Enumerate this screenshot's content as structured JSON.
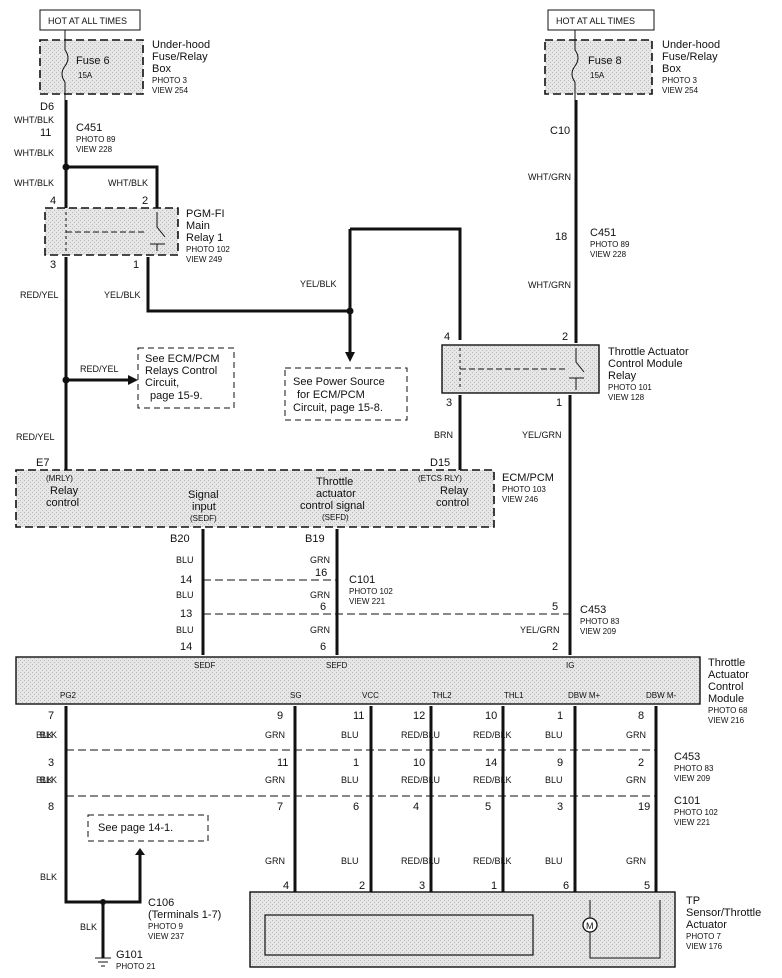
{
  "hot_left": "HOT AT ALL TIMES",
  "hot_right": "HOT AT ALL TIMES",
  "fuse6": {
    "name": "Fuse 6",
    "rating": "15A"
  },
  "fuse8": {
    "name": "Fuse 8",
    "rating": "15A"
  },
  "fusebox_left": {
    "l1": "Under-hood",
    "l2": "Fuse/Relay",
    "l3": "Box",
    "photo": "PHOTO 3",
    "view": "VIEW 254"
  },
  "fusebox_right": {
    "l1": "Under-hood",
    "l2": "Fuse/Relay",
    "l3": "Box",
    "photo": "PHOTO 3",
    "view": "VIEW 254"
  },
  "d6": "D6",
  "c10": "C10",
  "c451_left": {
    "name": "C451",
    "pin": "11",
    "photo": "PHOTO 89",
    "view": "VIEW 228"
  },
  "c451_right": {
    "name": "C451",
    "pin": "18",
    "photo": "PHOTO 89",
    "view": "VIEW 228"
  },
  "wires": {
    "wht_blk_1": "WHT/BLK",
    "wht_blk_2": "WHT/BLK",
    "wht_blk_3": "WHT/BLK",
    "wht_blk_4": "WHT/BLK",
    "wht_grn_1": "WHT/GRN",
    "wht_grn_2": "WHT/GRN",
    "red_yel_1": "RED/YEL",
    "red_yel_2": "RED/YEL",
    "red_yel_3": "RED/YEL",
    "yel_blk_1": "YEL/BLK",
    "yel_blk_2": "YEL/BLK",
    "brn": "BRN",
    "yel_grn_1": "YEL/GRN",
    "yel_grn_2": "YEL/GRN",
    "blu_a": "BLU",
    "blu_b": "BLU",
    "blu_c": "BLU",
    "grn_a": "GRN",
    "grn_b": "GRN",
    "grn_c": "GRN",
    "blk_1": "BLK",
    "blk_2": "BLK",
    "blk_3": "BLK",
    "blk_4": "BLK"
  },
  "pgm_relay": {
    "l1": "PGM-FI",
    "l2": "Main",
    "l3": "Relay 1",
    "photo": "PHOTO 102",
    "view": "VIEW 249",
    "pin4": "4",
    "pin2": "2",
    "pin3": "3",
    "pin1": "1"
  },
  "tacm_relay": {
    "l1": "Throttle Actuator",
    "l2": "Control Module",
    "l3": "Relay",
    "photo": "PHOTO 101",
    "view": "VIEW 128",
    "pin4": "4",
    "pin2": "2",
    "pin3": "3",
    "pin1": "1"
  },
  "note_ecm_relays": {
    "l1": "See ECM/PCM",
    "l2": "Relays Control",
    "l3": "Circuit,",
    "l4": "page 15-9."
  },
  "note_power": {
    "l1": "See Power Source",
    "l2": "for ECM/PCM",
    "l3": "Circuit, page 15-8."
  },
  "note_page14": "See page 14-1.",
  "ecm": {
    "title": "ECM/PCM",
    "photo": "PHOTO 103",
    "view": "VIEW 246",
    "e7": "E7",
    "d15": "D15",
    "b20": "B20",
    "b19": "B19",
    "mrly": "(MRLY)",
    "relay_control_1a": "Relay",
    "relay_control_1b": "control",
    "signal_a": "Signal",
    "signal_b": "input",
    "signal_c": "(SEDF)",
    "tacs_a": "Throttle",
    "tacs_b": "actuator",
    "tacs_c": "control signal",
    "tacs_d": "(SEFD)",
    "etcs": "(ETCS RLY)",
    "relay_control_2a": "Relay",
    "relay_control_2b": "control"
  },
  "c101_top": {
    "name": "C101",
    "photo": "PHOTO 102",
    "view": "VIEW 221",
    "pin_a": "14",
    "pin_b": "16"
  },
  "c453_top": {
    "name": "C453",
    "photo": "PHOTO 83",
    "view": "VIEW 209",
    "pin_a": "13",
    "pin_b": "6",
    "pin_c": "5"
  },
  "tacm_pins_top": {
    "p14": "14",
    "p6": "6",
    "p2": "2"
  },
  "tacm": {
    "l1": "Throttle",
    "l2": "Actuator",
    "l3": "Control",
    "l4": "Module",
    "photo": "PHOTO 68",
    "view": "VIEW 216",
    "sedf": "SEDF",
    "sefd": "SEFD",
    "ig": "IG",
    "pg2": "PG2",
    "sg": "SG",
    "vcc": "VCC",
    "thl2": "THL2",
    "thl1": "THL1",
    "dbwp": "DBW M+",
    "dbwm": "DBW M-"
  },
  "bottom_pins_row1": [
    "7",
    "9",
    "11",
    "12",
    "10",
    "1",
    "8"
  ],
  "bottom_pins_row2": [
    "3",
    "11",
    "1",
    "10",
    "14",
    "9",
    "2"
  ],
  "bottom_pins_row3": [
    "8",
    "7",
    "6",
    "4",
    "5",
    "3",
    "19"
  ],
  "tp_pins": [
    "4",
    "2",
    "3",
    "1",
    "6",
    "5"
  ],
  "colors_row1": [
    "BLK",
    "GRN",
    "BLU",
    "RED/BLU",
    "RED/BLK",
    "BLU",
    "GRN"
  ],
  "colors_row2": [
    "BLK",
    "GRN",
    "BLU",
    "RED/BLU",
    "RED/BLK",
    "BLU",
    "GRN"
  ],
  "colors_row3": [
    "GRN",
    "BLU",
    "RED/BLU",
    "RED/BLK",
    "BLU",
    "GRN"
  ],
  "c453_bottom": {
    "name": "C453",
    "photo": "PHOTO 83",
    "view": "VIEW 209"
  },
  "c101_bottom": {
    "name": "C101",
    "photo": "PHOTO 102",
    "view": "VIEW 221"
  },
  "c106": {
    "name": "C106",
    "terminals": "(Terminals 1-7)",
    "photo": "PHOTO 9",
    "view": "VIEW 237"
  },
  "g101": {
    "name": "G101",
    "photo": "PHOTO 21"
  },
  "tp": {
    "l1": "TP",
    "l2": "Sensor/Throttle",
    "l3": "Actuator",
    "photo": "PHOTO 7",
    "view": "VIEW 176",
    "motor": "M"
  }
}
